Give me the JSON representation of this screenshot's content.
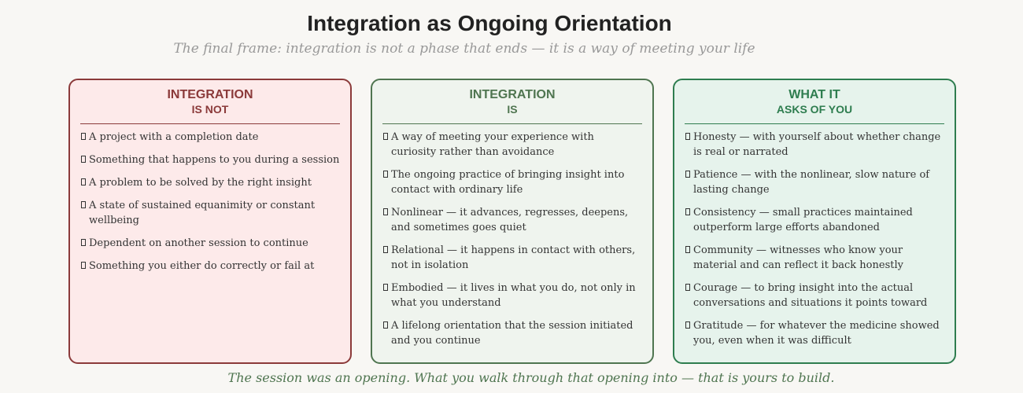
{
  "title": "Integration as Ongoing Orientation",
  "subtitle": "The final frame: integration is not a phase that ends — it is a way of meeting your life",
  "columns": [
    {
      "heading_line1": "INTEGRATION",
      "heading_line2": "IS NOT",
      "color": "#8b3a3a",
      "background": "#fdeaea",
      "items": [
        "A project with a completion date",
        "Something that happens to you during a session",
        "A problem to be solved by the right insight",
        "A state of sustained equanimity or constant wellbeing",
        "Dependent on another session to continue",
        "Something you either do correctly or fail at"
      ]
    },
    {
      "heading_line1": "INTEGRATION",
      "heading_line2": "IS",
      "color": "#4f7550",
      "background": "#eff4ee",
      "items": [
        "A way of meeting your experience with curiosity rather than avoidance",
        "The ongoing practice of bringing insight into contact with ordinary life",
        "Nonlinear — it advances, regresses, deepens, and sometimes goes quiet",
        "Relational — it happens in contact with others, not in isolation",
        "Embodied — it lives in what you do, not only in what you understand",
        "A lifelong orientation that the session initiated and you continue"
      ]
    },
    {
      "heading_line1": "WHAT IT",
      "heading_line2": "ASKS OF YOU",
      "color": "#2e7d4f",
      "background": "#e6f3ec",
      "items": [
        "Honesty — with yourself about whether change is real or narrated",
        "Patience — with the nonlinear, slow nature of lasting change",
        "Consistency — small practices maintained outperform large efforts abandoned",
        "Community — witnesses who know your material and can reflect it back honestly",
        "Courage — to bring insight into the actual conversations and situations it points toward",
        "Gratitude — for whatever the medicine showed you, even when it was difficult"
      ]
    }
  ],
  "footer": "The session was an opening. What you walk through that opening into — that is yours to build.",
  "icons": {
    "bullet": "missing-glyph-box"
  }
}
